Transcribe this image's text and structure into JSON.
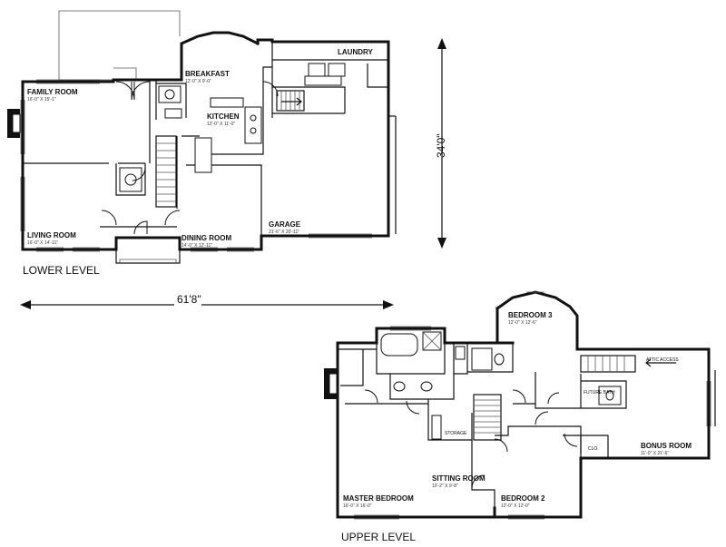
{
  "levels": {
    "lower": {
      "title": "LOWER LEVEL",
      "rooms": {
        "family": {
          "name": "FAMILY ROOM",
          "dims": "16'-0\" X 15'-1\""
        },
        "breakfast": {
          "name": "BREAKFAST",
          "dims": "12'-0\" X 9'-0\""
        },
        "kitchen": {
          "name": "KITCHEN",
          "dims": "12'-0\" X 11'-0\""
        },
        "laundry": {
          "name": "LAUNDRY",
          "dims": ""
        },
        "living": {
          "name": "LIVING ROOM",
          "dims": "16'-0\" X 14'-11\""
        },
        "dining": {
          "name": "DINING ROOM",
          "dims": "14'-0\" X 12'-11\""
        },
        "garage": {
          "name": "GARAGE",
          "dims": "21'-6\" X 20'-11\""
        }
      }
    },
    "upper": {
      "title": "UPPER LEVEL",
      "rooms": {
        "bedroom3": {
          "name": "BEDROOM 3",
          "dims": "12'-0\" X 12'-6\""
        },
        "bonus": {
          "name": "BONUS ROOM",
          "dims": "11'-0\" X 21'-6\""
        },
        "master": {
          "name": "MASTER BEDROOM",
          "dims": "16'-0\" X 16'-0\""
        },
        "sitting": {
          "name": "SITTING ROOM",
          "dims": "10'-2\" X 9'-8\""
        },
        "bedroom2": {
          "name": "BEDROOM 2",
          "dims": "12'-0\" X 12'-0\""
        }
      },
      "labels": {
        "storage": "STORAGE",
        "closet": "CLO.",
        "future_bath": "FUTURE BATH",
        "attic": "ATTIC ACCESS"
      }
    }
  },
  "dimensions": {
    "depth": "34'0\"",
    "width": "61'8\""
  }
}
